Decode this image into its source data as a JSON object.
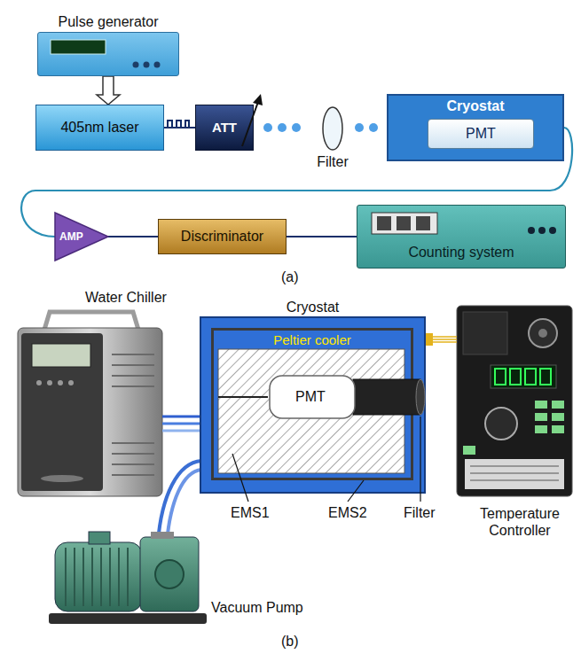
{
  "diagram": {
    "nodes": [
      {
        "text": [
          "Pulse generator"
        ]
      },
      {
        "text": [
          "405nm laser"
        ]
      },
      {
        "text": [
          "ATT"
        ]
      },
      {
        "text": [
          "Filter"
        ]
      },
      {
        "text": [
          "Cryostat"
        ]
      },
      {
        "text": [
          "PMT"
        ],
        "in": 4
      },
      {
        "text": [
          "AMP"
        ]
      },
      {
        "text": [
          "Discriminator"
        ]
      },
      {
        "text": [
          "Counting system"
        ]
      },
      {
        "text": [
          "Cryostat"
        ]
      },
      {
        "text": [
          "Peltier cooler"
        ],
        "in": 9
      },
      {
        "text": [
          "PMT"
        ],
        "in": 10
      }
    ],
    "edges": [
      {
        "from": 0,
        "to": 1,
        "arrow": "to"
      },
      {
        "from": 1,
        "to": 2,
        "arrow": "none"
      },
      {
        "from": 4,
        "to": 6,
        "arrow": "none"
      },
      {
        "from": 6,
        "to": 7,
        "arrow": "none"
      },
      {
        "from": 7,
        "to": 8,
        "arrow": "none"
      }
    ],
    "labels": [
      "(a)",
      "Water Chiller",
      "Temperature Controller",
      "Vacuum Pump",
      "EMS1",
      "EMS2",
      "Filter",
      "(b)"
    ]
  }
}
